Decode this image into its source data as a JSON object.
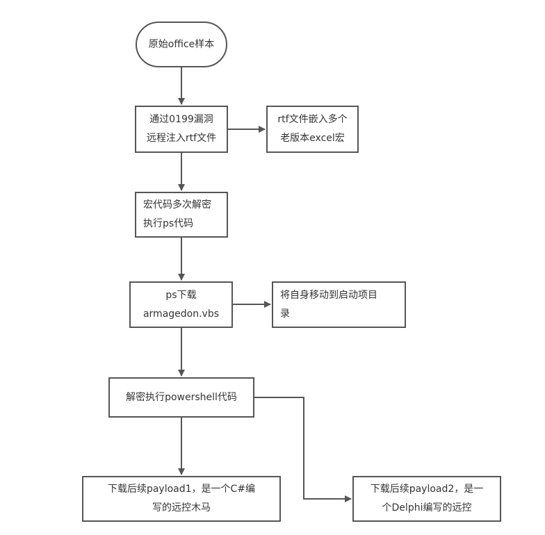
{
  "nodes": {
    "start": "原始office样本",
    "exploit": "通过0199漏洞\n远程注入rtf文件",
    "rtf_embed": "rtf文件嵌入多个\n老版本excel宏",
    "macro": "宏代码多次解密\n执行ps代码",
    "ps_download": "ps下载\narmagedon.vbs",
    "move_self": "将自身移动到启动项目\n录",
    "decrypt_ps": "解密执行powershell代码",
    "payload1": "下载后续payload1，是一个C#编\n写的远控木马",
    "payload2": "下载后续payload2，是一\n个Delphi编写的远控"
  },
  "colors": {
    "stroke": "#555555",
    "text": "#333333",
    "background": "#ffffff"
  }
}
